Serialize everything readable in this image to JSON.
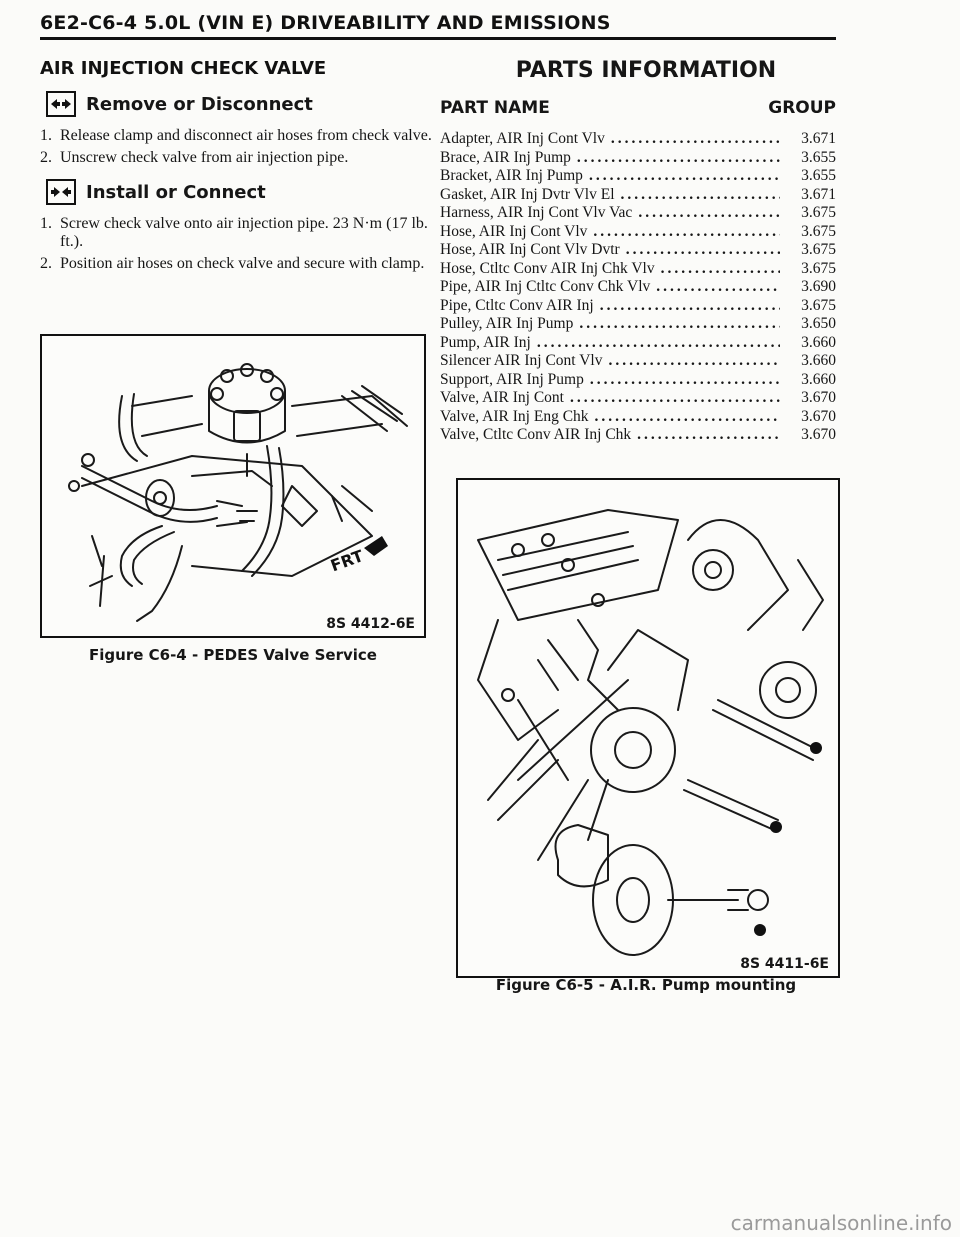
{
  "header": {
    "title": "6E2-C6-4 5.0L (VIN E) DRIVEABILITY AND EMISSIONS"
  },
  "left": {
    "section_title": "AIR INJECTION CHECK VALVE",
    "remove": {
      "heading": "Remove or Disconnect",
      "icon": "remove-arrows-icon",
      "steps": [
        {
          "num": "1.",
          "text": "Release clamp and disconnect air hoses from check valve."
        },
        {
          "num": "2.",
          "text": "Unscrew check valve from air injection pipe."
        }
      ]
    },
    "install": {
      "heading": "Install or Connect",
      "icon": "install-arrows-icon",
      "steps": [
        {
          "num": "1.",
          "text": "Screw check valve onto air injection pipe. 23 N·m (17 lb. ft.)."
        },
        {
          "num": "2.",
          "text": "Position air hoses on check valve and secure with clamp."
        }
      ]
    },
    "figure": {
      "id": "8S 4412-6E",
      "label": "FRT",
      "caption": "Figure C6-4 - PEDES Valve Service"
    }
  },
  "parts": {
    "title": "PARTS INFORMATION",
    "col_name": "PART NAME",
    "col_group": "GROUP",
    "rows": [
      {
        "name": "Adapter, AIR Inj Cont Vlv",
        "group": "3.671"
      },
      {
        "name": "Brace, AIR Inj Pump",
        "group": "3.655"
      },
      {
        "name": "Bracket, AIR Inj Pump",
        "group": "3.655"
      },
      {
        "name": "Gasket, AIR Inj Dvtr Vlv El",
        "group": "3.671"
      },
      {
        "name": "Harness, AIR Inj Cont Vlv Vac",
        "group": "3.675"
      },
      {
        "name": "Hose, AIR Inj Cont Vlv",
        "group": "3.675"
      },
      {
        "name": "Hose, AIR Inj Cont Vlv Dvtr",
        "group": "3.675"
      },
      {
        "name": "Hose, Ctltc Conv AIR Inj Chk Vlv",
        "group": "3.675"
      },
      {
        "name": "Pipe, AIR Inj Ctltc Conv Chk Vlv",
        "group": "3.690"
      },
      {
        "name": "Pipe, Ctltc Conv AIR Inj",
        "group": "3.675"
      },
      {
        "name": "Pulley, AIR Inj Pump",
        "group": "3.650"
      },
      {
        "name": "Pump, AIR Inj",
        "group": "3.660"
      },
      {
        "name": "Silencer AIR Inj Cont Vlv",
        "group": "3.660"
      },
      {
        "name": "Support, AIR Inj Pump",
        "group": "3.660"
      },
      {
        "name": "Valve, AIR Inj Cont",
        "group": "3.670"
      },
      {
        "name": "Valve, AIR Inj Eng Chk",
        "group": "3.670"
      },
      {
        "name": "Valve, Ctltc Conv AIR Inj Chk",
        "group": "3.670"
      }
    ],
    "figure": {
      "id": "8S 4411-6E",
      "caption": "Figure C6-5 - A.I.R. Pump mounting"
    }
  },
  "watermark": "carmanualsonline.info"
}
